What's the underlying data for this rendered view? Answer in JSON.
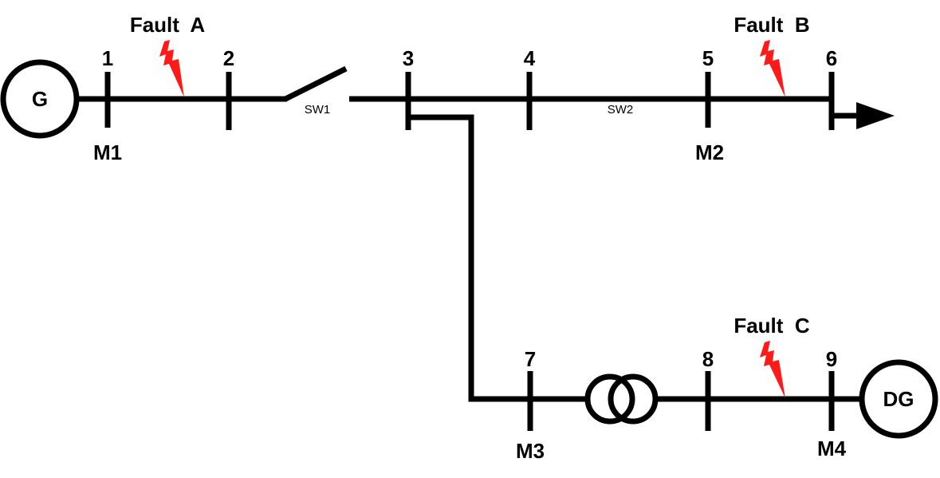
{
  "sources": {
    "generator": "G",
    "dg": "DG"
  },
  "buses": [
    "1",
    "2",
    "3",
    "4",
    "5",
    "6",
    "7",
    "8",
    "9"
  ],
  "meters": [
    "M1",
    "M2",
    "M3",
    "M4"
  ],
  "switches": [
    "SW1",
    "SW2"
  ],
  "faults": [
    "Fault  A",
    "Fault  B",
    "Fault  C"
  ],
  "colors": {
    "line": "#000000",
    "fault": "#ff1a1a",
    "background": "#ffffff"
  },
  "icons": {
    "fault": "lightning-bolt-icon",
    "transformer": "transformer-icon",
    "load": "load-arrow-icon"
  }
}
